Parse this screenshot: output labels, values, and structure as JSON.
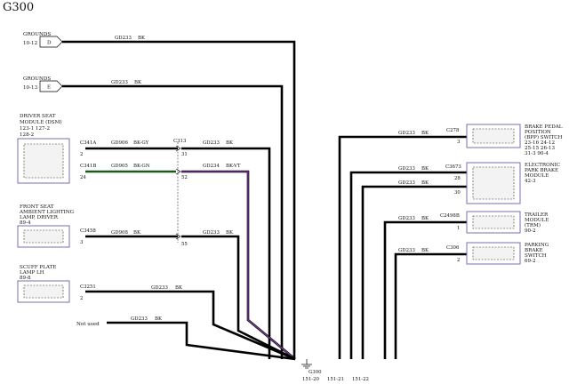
{
  "title": "G300",
  "grounds": [
    {
      "name": "GROUNDS",
      "ref": "10-12",
      "letter": "D",
      "wire": "GD233",
      "color": "BK"
    },
    {
      "name": "GROUNDS",
      "ref": "10-13",
      "letter": "E",
      "wire": "GD233",
      "color": "BK"
    }
  ],
  "dsm": {
    "lines": [
      "DRIVER SEAT",
      "MODULE (DSM)",
      "123-1   127-2",
      "128-2"
    ],
    "pins": [
      {
        "connector": "C341A",
        "pin": "2",
        "wire": "GD906",
        "color": "BK-GY"
      },
      {
        "connector": "C341B",
        "pin": "24",
        "wire": "GD905",
        "color": "BK-GN"
      }
    ]
  },
  "splice": {
    "connector": "C313",
    "pins": [
      {
        "pin": "31",
        "wire": "GD233",
        "color": "BK"
      },
      {
        "pin": "52",
        "wire": "GD234",
        "color": "BK-VT"
      },
      {
        "pin": "55",
        "wire": "GD233",
        "color": "BK"
      }
    ]
  },
  "lamp": {
    "lines": [
      "FRONT SEAT",
      "AMBIENT LIGHTING",
      "LAMP, DRIVER",
      "89-4"
    ],
    "connector": "C3458",
    "pin": "3",
    "wire": "GD908",
    "color": "BK"
  },
  "scuff": {
    "lines": [
      "SCUFF PLATE",
      "LAMP LH",
      "89-8"
    ],
    "connector": "C3251",
    "pin": "2",
    "wire": "GD233",
    "color": "BK"
  },
  "notused": {
    "label": "Not used",
    "wire": "GD233",
    "color": "BK"
  },
  "right": [
    {
      "lines": [
        "BRAKE PEDAL",
        "POSITION",
        "(BPP) SWITCH",
        "23-16   24-12",
        "25-15   26-13",
        "31-3     90-4"
      ],
      "connector": "C278",
      "pins": [
        {
          "pin": "3",
          "wire": "GD233",
          "color": "BK"
        }
      ]
    },
    {
      "lines": [
        "ELECTRONIC",
        "PARK BRAKE",
        "MODULE",
        "42-3"
      ],
      "connector": "C3673",
      "pins": [
        {
          "pin": "28",
          "wire": "GD233",
          "color": "BK"
        },
        {
          "pin": "30",
          "wire": "GD233",
          "color": "BK"
        }
      ]
    },
    {
      "lines": [
        "TRAILER",
        "MODULE",
        "(TRM)",
        "90-2"
      ],
      "connector": "C2498B",
      "pins": [
        {
          "pin": "1",
          "wire": "GD233",
          "color": "BK"
        }
      ]
    },
    {
      "lines": [
        "PARKING",
        "BRAKE",
        "SWITCH",
        "69-2"
      ],
      "connector": "C306",
      "pins": [
        {
          "pin": "2",
          "wire": "GD233",
          "color": "BK"
        }
      ]
    }
  ],
  "ground_point": {
    "label": "G300",
    "refs": [
      "151-20",
      "151-21",
      "151-22"
    ]
  }
}
